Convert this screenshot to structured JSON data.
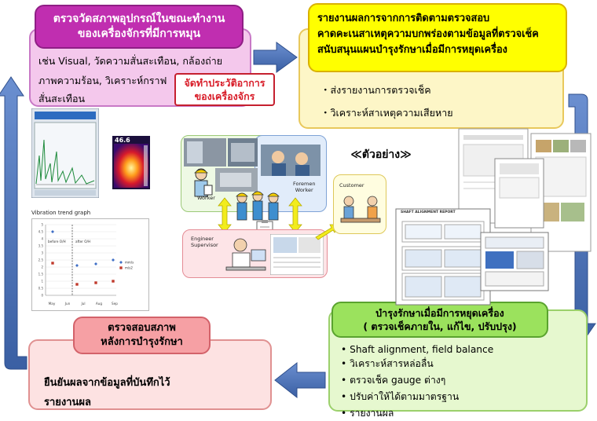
{
  "step1": {
    "title_lines": [
      "ตรวจวัดสภาพอุปกรณ์ในขณะทำงาน",
      "ของเครื่องจักรที่มีการหมุน"
    ],
    "body_lines": [
      "เช่น Visual, วัดความสั่นสะเทือน, กล้องถ่าย",
      "ภาพความร้อน, วิเคราะห์กราฟ",
      "สั่นสะเทือน"
    ]
  },
  "callout": {
    "lines": [
      "จัดทำประวัติอาการ",
      "ของเครื่องจักร"
    ]
  },
  "step2": {
    "title_lines": [
      "รายงานผลการจากการติดตามตรวจสอบ",
      "คาดคะเนสาเหตุความบกพร่องตามข้อมูลที่ตรวจเช็ค",
      "สนับสนุนแผนบำรุงรักษาเมื่อมีการหยุดเครื่อง"
    ],
    "items": [
      "ส่งรายงานการตรวจเช็ค",
      "วิเคราะห์สาเหตุความเสียหาย"
    ]
  },
  "step3": {
    "title_lines": [
      "บำรุงรักษาเมื่อมีการหยุดเครื่อง",
      "( ตรวจเช็คภายใน, แก้ไข, ปรับปรุง)"
    ],
    "items": [
      "Shaft alignment, field balance",
      "วิเคราะห์สารหล่อลื่น",
      "ตรวจเช็ค gauge ต่างๆ",
      "ปรับค่าให้ได้ตามมาตรฐาน",
      "รายงานผล"
    ]
  },
  "step4": {
    "title_lines": [
      "ตรวจสอบสภาพ",
      "หลังการบำรุงรักษา"
    ],
    "body_lines": [
      "ยืนยันผลจากข้อมูลที่บันทึกไว้",
      "รายงานผล"
    ]
  },
  "example_label": "≪ตัวอย่าง≫",
  "illustration": {
    "worker": "Worker",
    "foremen": [
      "Foremen",
      "Worker"
    ],
    "engineer": [
      "Engineer",
      "Supervisor"
    ],
    "customer": "Customer"
  },
  "thermal_reading": "46.6",
  "vibration_chart": {
    "title": "Vibration trend graph",
    "annotations": [
      "before O/H",
      "after O/H"
    ],
    "legend": [
      "mm/s",
      "m/s2"
    ],
    "months": [
      "May",
      "Jun",
      "Jul",
      "Aug",
      "Sep"
    ],
    "y_ticks": [
      "0",
      "0.5",
      "1",
      "1.5",
      "2",
      "2.5",
      "3",
      "3.5",
      "4",
      "4.5",
      "5"
    ]
  },
  "report_heading": "SHAFT ALIGNMENT REPORT",
  "colors": {
    "step1_head": "#c02eb0",
    "step1_body": "#f4c8ec",
    "step2_head": "#ffff00",
    "step2_body": "#fdf6c7",
    "step3_head": "#9be25d",
    "step3_body": "#e6f8cf",
    "step4_head": "#f6a0a4",
    "step4_body": "#fde2e2",
    "arrow": "#4a6fb0",
    "link_arrow": "#f2ec1d"
  }
}
